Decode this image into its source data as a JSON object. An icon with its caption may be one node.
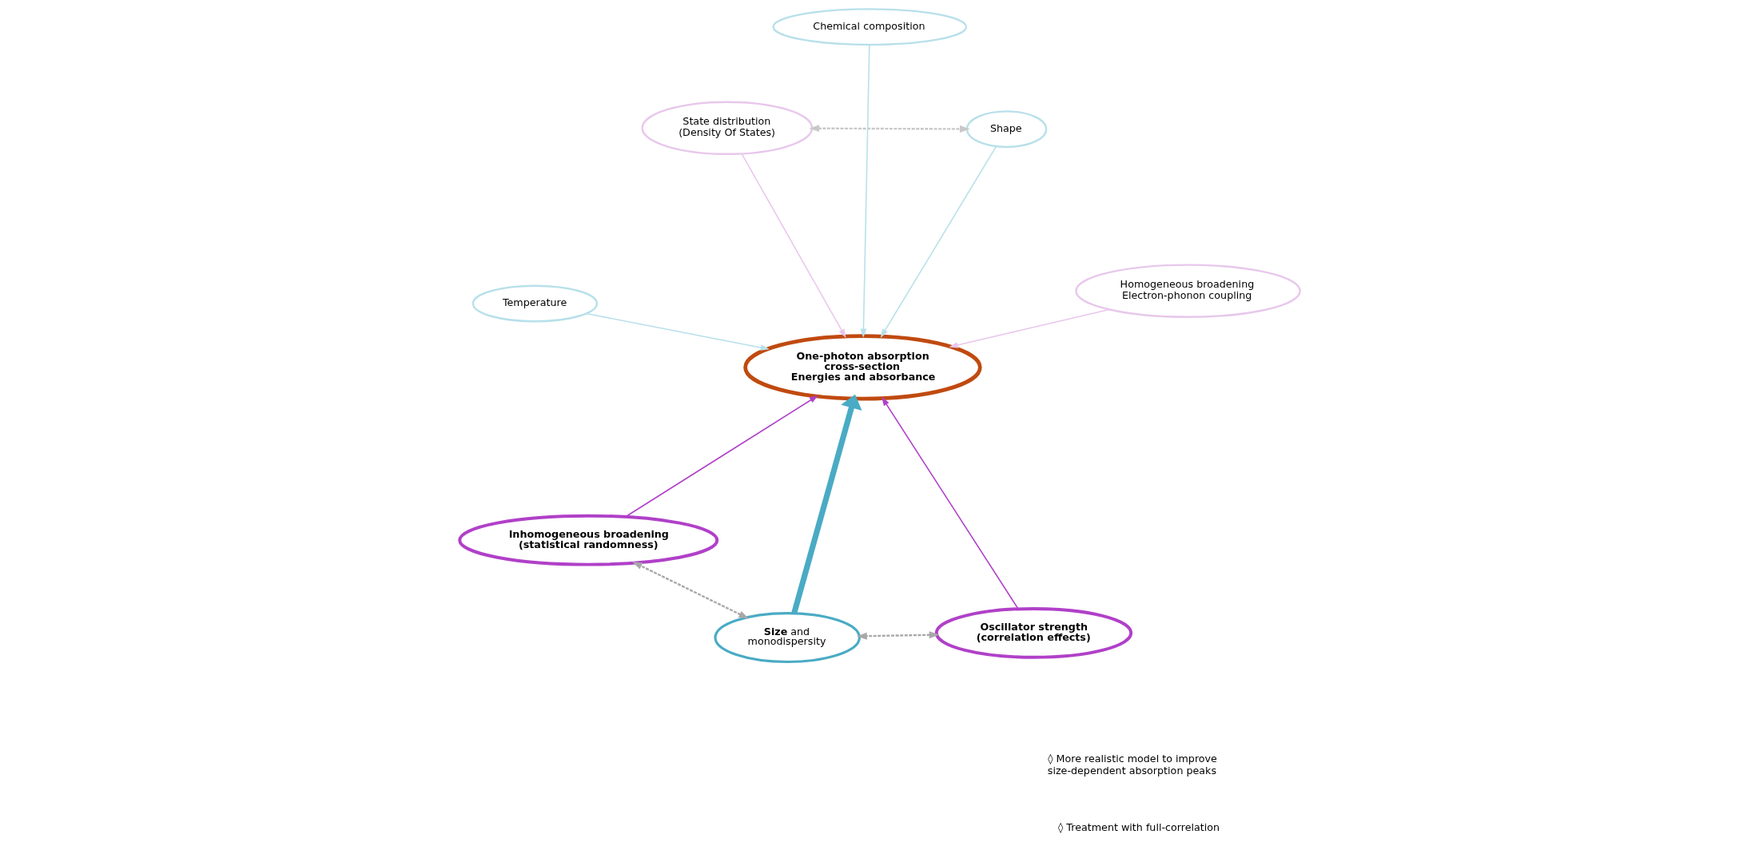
{
  "diagram": {
    "nodes": [
      {
        "text": [
          "State distribution (Density Of States)"
        ]
      },
      {
        "text": [
          "Shape"
        ]
      },
      {
        "text": [
          "Oscillator strength (correlation effects)"
        ]
      },
      {
        "text": [
          "Chemical composition"
        ]
      },
      {
        "text": [
          "One-photon absorption cross-section",
          "Energies and absorbance"
        ]
      },
      {
        "text": [
          "**Size** and monodispersity"
        ]
      },
      {
        "text": [
          "Temperature"
        ]
      },
      {
        "text": [
          "Homogeneous broadening",
          "Electron-phonon coupling"
        ]
      },
      {
        "text": [
          "Inhomogeneous broadening (statistical randomness)"
        ]
      }
    ],
    "edges": [
      {
        "from": 0,
        "to": 1,
        "arrow": "both",
        "style": "dashed",
        "color": "#c8c8c8"
      },
      {
        "from": 0,
        "to": 4,
        "arrow": "to",
        "color": "#e8c8ec"
      },
      {
        "from": 1,
        "to": 4,
        "arrow": "to",
        "color": "#b8e0ea"
      },
      {
        "from": 2,
        "to": 4,
        "arrow": "to",
        "color": "#b040c8"
      },
      {
        "from": 3,
        "to": 4,
        "arrow": "to",
        "color": "#b8e0ea"
      },
      {
        "from": 5,
        "to": 4,
        "arrow": "to",
        "style": "thick",
        "color": "#4aabc4"
      },
      {
        "from": 6,
        "to": 4,
        "arrow": "to",
        "color": "#b8e0ea"
      },
      {
        "from": 7,
        "to": 4,
        "arrow": "to",
        "color": "#e8c8ec"
      },
      {
        "from": 8,
        "to": 4,
        "arrow": "to",
        "color": "#b040c8"
      },
      {
        "from": 2,
        "to": 5,
        "arrow": "both",
        "style": "dashed",
        "color": "#a8a8a8"
      },
      {
        "from": 5,
        "to": 8,
        "arrow": "both",
        "style": "dashed",
        "color": "#a8a8a8"
      }
    ],
    "labels": [
      "◊ More realistic model to improve size-dependent absorption peaks",
      "◊ Treatment with full-correlation"
    ]
  }
}
